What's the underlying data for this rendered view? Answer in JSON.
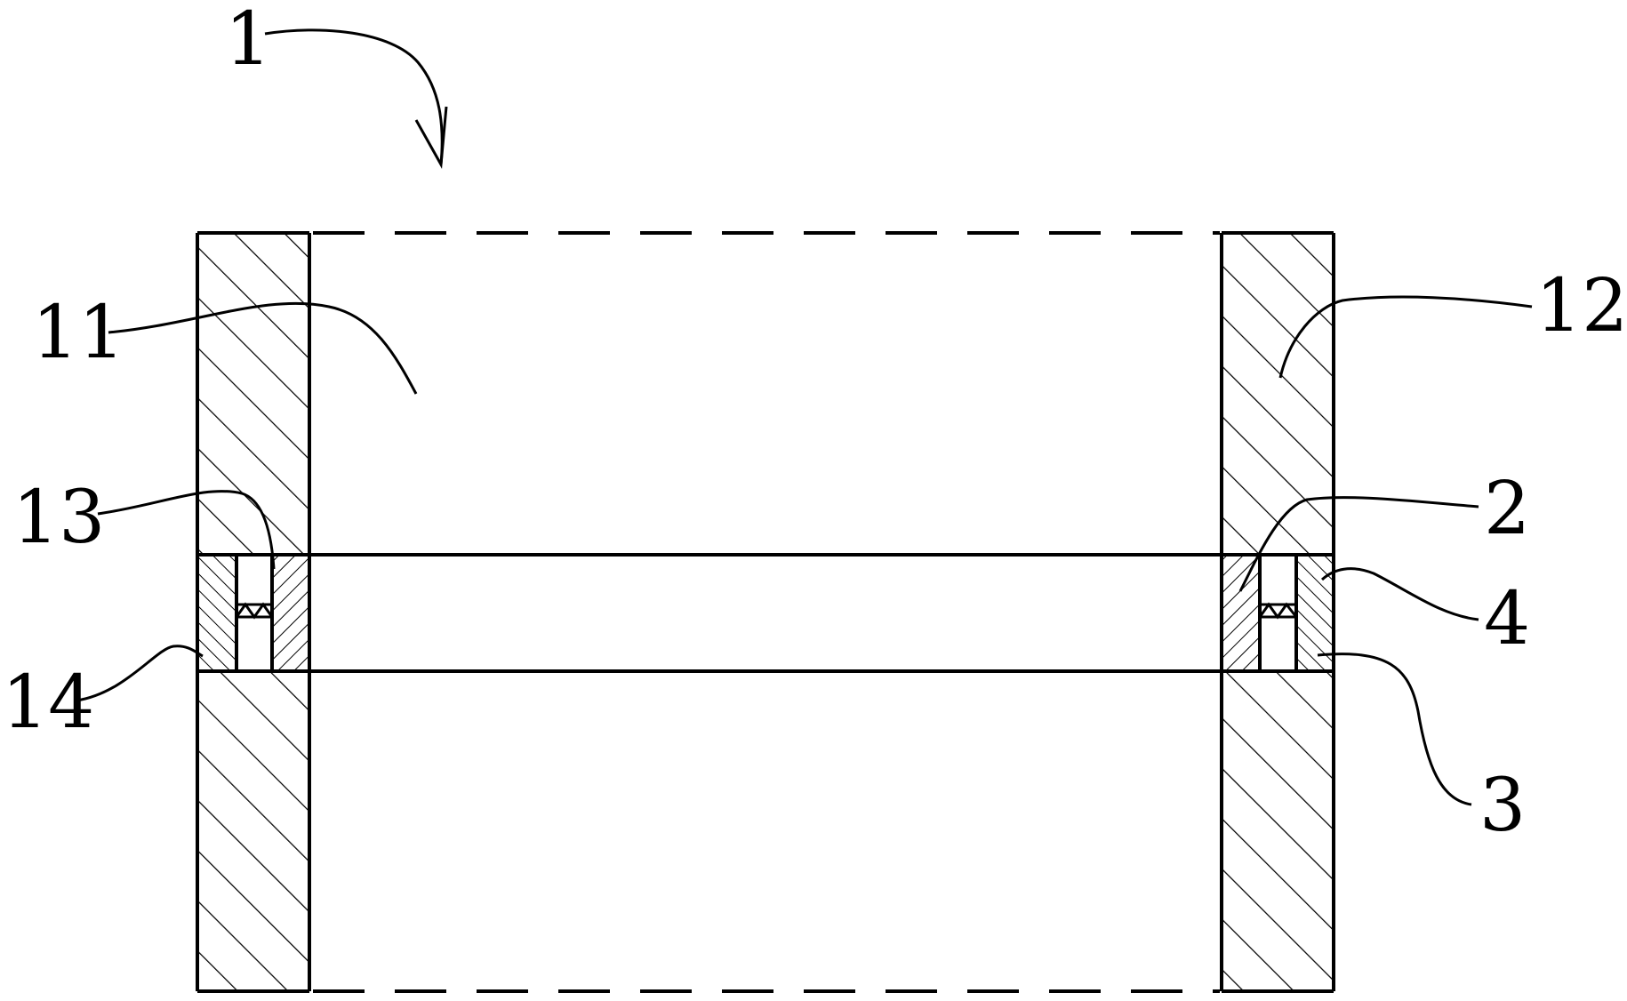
{
  "figure": {
    "labels": {
      "assembly": "1",
      "left_wall": "11",
      "right_wall": "12",
      "left_inner_ring": "13",
      "left_outer_block": "14",
      "right_inner_ring": "2",
      "connector": "4",
      "right_outer_block": "3"
    }
  }
}
